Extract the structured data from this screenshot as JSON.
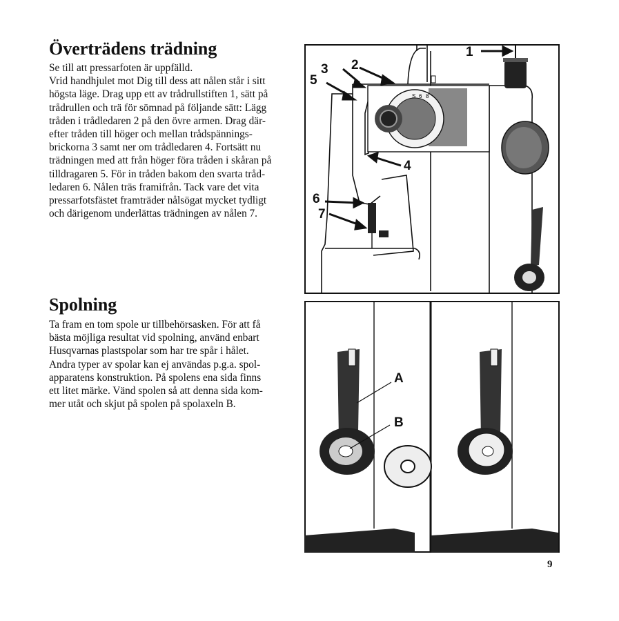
{
  "section1": {
    "heading": "Överträdens trädning",
    "lines": [
      "Se till att pressarfoten är uppfälld.",
      "Vrid handhjulet mot Dig till dess att nålen står i sitt",
      "högsta läge. Drag upp ett av trådrullstiften 1, sätt på",
      "trådrullen och trä för sömnad på följande sätt: Lägg",
      "tråden i trådledaren 2 på den övre armen. Drag där-",
      "efter tråden till höger och mellan trådspännings-",
      "brickorna 3 samt ner om trådledaren 4. Fortsätt nu",
      "trädningen med att från höger föra tråden i skåran på",
      "tilldragaren 5. För in tråden bakom den svarta tråd-",
      "ledaren 6. Nålen träs framifrån. Tack vare det vita",
      "pressarfotsfästet framträder nålsögat mycket tydligt",
      "och därigenom underlättas trädningen av nålen 7."
    ]
  },
  "section2": {
    "heading": "Spolning",
    "lines": [
      "Ta fram en tom spole ur tillbehörsasken. För att få",
      "bästa möjliga resultat vid spolning, använd enbart",
      "Husqvarnas plastspolar som har tre spår i hålet.",
      "Andra typer av spolar kan ej användas p.g.a. spol-",
      "apparatens konstruktion. På spolens ena sida finns",
      "ett litet märke. Vänd spolen så att denna sida kom-",
      "mer utåt och skjut på spolen på spolaxeln B."
    ]
  },
  "figure1": {
    "callouts": [
      "1",
      "2",
      "3",
      "5",
      "4",
      "6",
      "7"
    ],
    "dial_marks": [
      "S",
      "6",
      "8"
    ]
  },
  "figure2": {
    "callouts": [
      "A",
      "B"
    ]
  },
  "page_number": "9"
}
